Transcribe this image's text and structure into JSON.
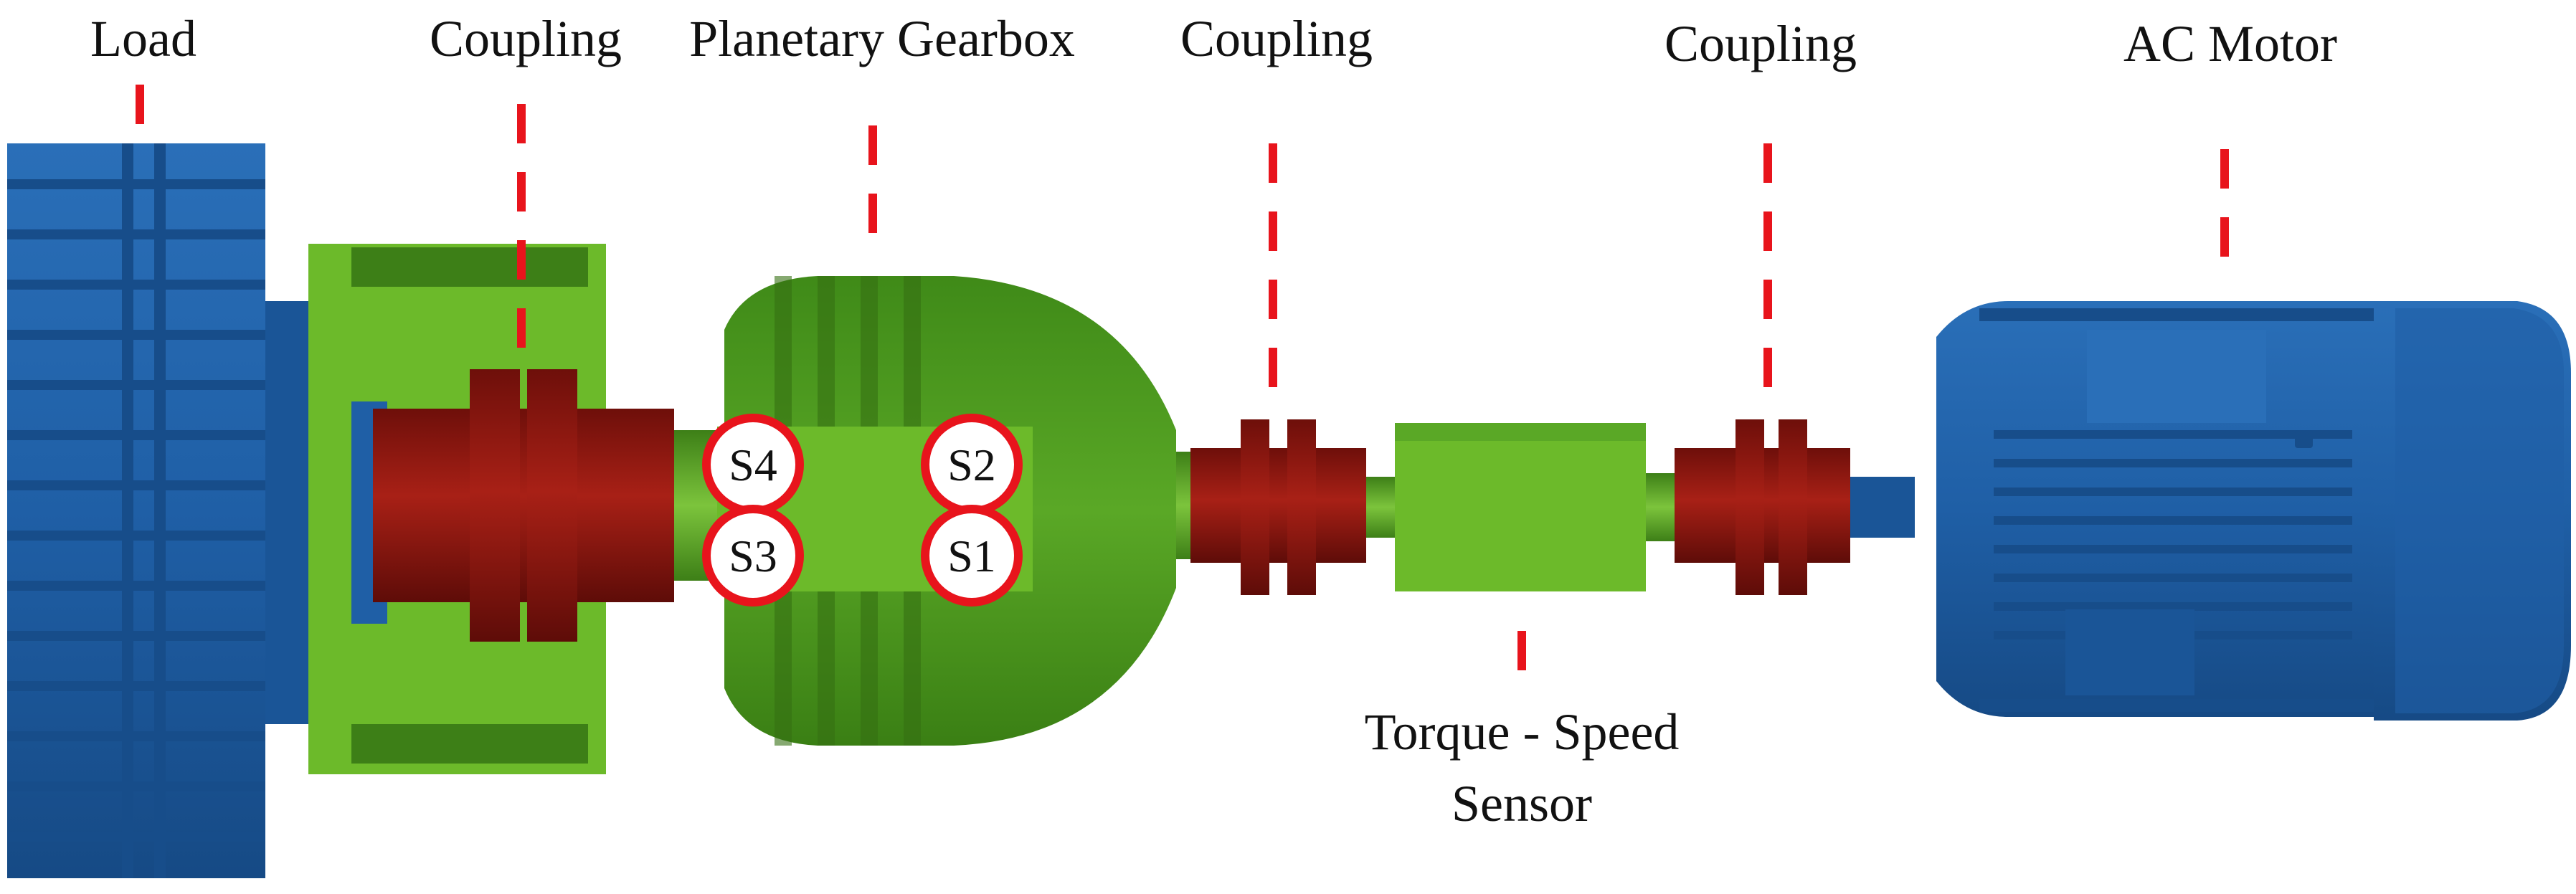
{
  "labels": {
    "load": "Load",
    "coupling_1": "Coupling",
    "planetary_gearbox": "Planetary Gearbox",
    "coupling_2": "Coupling",
    "coupling_3": "Coupling",
    "ac_motor": "AC Motor",
    "torque_sensor_line1": "Torque - Speed",
    "torque_sensor_line2": "Sensor"
  },
  "sensors": {
    "s1": "S1",
    "s2": "S2",
    "s3": "S3",
    "s4": "S4"
  },
  "colors": {
    "motor_blue": "#1f5fa6",
    "gearbox_green": "#4f9a1e",
    "frame_green": "#6cba2a",
    "coupling_red": "#9a1a12",
    "leader_red": "#e8141c"
  }
}
